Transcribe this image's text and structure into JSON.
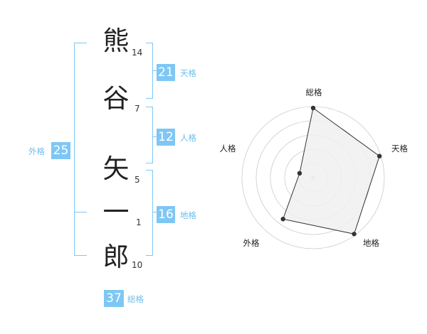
{
  "name": {
    "chars": [
      {
        "char": "熊",
        "strokes": "14"
      },
      {
        "char": "谷",
        "strokes": "7"
      },
      {
        "char": "矢",
        "strokes": "5"
      },
      {
        "char": "一",
        "strokes": "1"
      },
      {
        "char": "郎",
        "strokes": "10"
      }
    ]
  },
  "kakusu": {
    "tenkaku": {
      "label": "天格",
      "value": "21"
    },
    "jinkaku": {
      "label": "人格",
      "value": "12"
    },
    "chikaku": {
      "label": "地格",
      "value": "16"
    },
    "gaikaku": {
      "label": "外格",
      "value": "25"
    },
    "soukaku": {
      "label": "総格",
      "value": "37"
    }
  },
  "colors": {
    "accent": "#7ec7f5",
    "label": "#6cbfee",
    "radar_fill": "#f0f0f0",
    "radar_grid": "#cccccc",
    "radar_line": "#333333"
  },
  "chart_data": {
    "type": "radar",
    "axes": [
      "総格",
      "天格",
      "地格",
      "外格",
      "人格"
    ],
    "values": [
      0.98,
      0.98,
      0.98,
      0.72,
      0.2
    ],
    "range": [
      0,
      1
    ],
    "rings": 5
  }
}
